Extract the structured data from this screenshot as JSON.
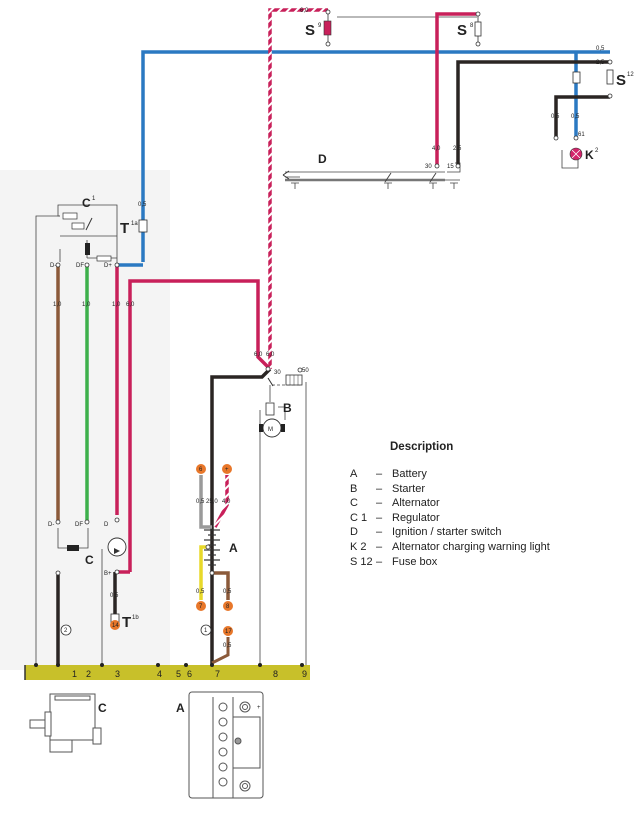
{
  "legend": {
    "title": "Description",
    "items": [
      {
        "code": "A",
        "dash": "–",
        "label": "Battery"
      },
      {
        "code": "B",
        "dash": "–",
        "label": "Starter"
      },
      {
        "code": "C",
        "dash": "–",
        "label": "Alternator"
      },
      {
        "code": "C 1",
        "dash": "–",
        "label": "Regulator"
      },
      {
        "code": "D",
        "dash": "–",
        "label": "Ignition / starter switch"
      },
      {
        "code": "K 2",
        "dash": "–",
        "label": "Alternator charging warning light"
      },
      {
        "code": "S 12",
        "dash": "–",
        "label": "Fuse box"
      }
    ]
  },
  "components": {
    "S9": "S",
    "S9_sup": "9",
    "S8": "S",
    "S8_sup": "8",
    "S12": "S",
    "S12_sup": "12",
    "K2": "K",
    "K2_sup": "2",
    "D": "D",
    "C1": "C",
    "C1_sup": "1",
    "T1a": "T",
    "T1a_sup": "1a",
    "T1b": "T",
    "T1b_sup": "1b",
    "B": "B",
    "A": "A",
    "C": "C",
    "A_pic": "A",
    "C_pic": "C",
    "M": "M"
  },
  "wire_sizes": {
    "w_top": "6,0",
    "w_blue_top": "0,5",
    "w_black_top": "2,5",
    "w_blue_k2": "0,5",
    "w_black_k2": "0,5",
    "w_30_d": "4,0",
    "w_15_d": "2,5",
    "w_blue_left": "0,5",
    "w_brown": "1,0",
    "w_green": "1,0",
    "w_red_dplus": "1,0",
    "w_red_b": "6,0",
    "w_starter_a": "6,0",
    "w_starter_b": "6,0",
    "w_bat_grey": "0,5",
    "w_bat_main": "25,0",
    "w_bat_red": "4,0",
    "w_bat_yellow": "0,5",
    "w_bat_brown": "0,5",
    "w_gnd_bat": "0,5",
    "w_alt_b": "0,5"
  },
  "terminals": {
    "t61": "61",
    "t30": "30",
    "t15": "15",
    "t30s": "30",
    "t50": "50",
    "D_minus": "D-",
    "DF": "DF",
    "D_plus": "D+",
    "D_minus_alt": "D-",
    "DF_alt": "DF",
    "D_plus_alt": "D",
    "B_plus": "B+"
  },
  "connectors": {
    "c6": "6",
    "c_plus": "+",
    "c7": "7",
    "c8": "8",
    "c17": "17",
    "c14": "14",
    "g1": "1",
    "g2": "2"
  },
  "ground_strip": {
    "numbers": [
      "1",
      "2",
      "3",
      "4",
      "5",
      "6",
      "7",
      "8",
      "9"
    ],
    "color": "#c8c02a"
  },
  "colors": {
    "red": "#c8205a",
    "blue": "#2b79c2",
    "black": "#2a2523",
    "brown": "#8b5a3a",
    "green": "#3db04b",
    "yellow": "#e8d92a",
    "grey": "#9a9a9a",
    "orange": "#e8772a"
  }
}
